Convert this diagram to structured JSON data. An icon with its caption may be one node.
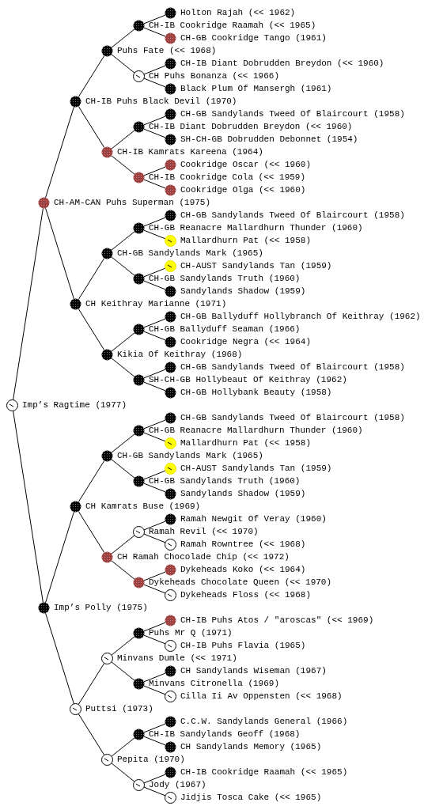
{
  "diagram": {
    "nodes": [
      {
        "text": [
          "Holton Rajah (<< 1962)"
        ]
      },
      {
        "text": [
          "CH-IB Cookridge Raamah (<< 1965)"
        ]
      },
      {
        "text": [
          "CH-GB Cookridge Tango (1961)"
        ]
      },
      {
        "text": [
          "Puhs Fate (<< 1968)"
        ]
      },
      {
        "text": [
          "CH-IB Diant Dobrudden Breydon (<< 1960)"
        ]
      },
      {
        "text": [
          "CH Puhs Bonanza (<< 1966)"
        ]
      },
      {
        "text": [
          "Black Plum Of Mansergh (1961)"
        ]
      },
      {
        "text": [
          "CH-IB Puhs Black Devil (1970)"
        ]
      },
      {
        "text": [
          "CH-GB Sandylands Tweed Of Blaircourt (1958)"
        ]
      },
      {
        "text": [
          "CH-IB Diant Dobrudden Breydon (<< 1960)"
        ]
      },
      {
        "text": [
          "SH-CH-GB Dobrudden Debonnet (1954)"
        ]
      },
      {
        "text": [
          "CH-IB Kamrats Kareena (1964)"
        ]
      },
      {
        "text": [
          "Cookridge Oscar (<< 1960)"
        ]
      },
      {
        "text": [
          "CH-IB Cookridge Cola (<< 1959)"
        ]
      },
      {
        "text": [
          "Cookridge Olga (<< 1960)"
        ]
      },
      {
        "text": [
          "CH-AM-CAN Puhs Superman (1975)"
        ]
      },
      {
        "text": [
          "CH-GB Sandylands Tweed Of Blaircourt (1958)"
        ]
      },
      {
        "text": [
          "CH-GB Reanacre Mallardhurn Thunder (1960)"
        ]
      },
      {
        "text": [
          "Mallardhurn Pat (<< 1958)"
        ]
      },
      {
        "text": [
          "CH-GB Sandylands Mark (1965)"
        ]
      },
      {
        "text": [
          "CH-AUST Sandylands Tan (1959)"
        ]
      },
      {
        "text": [
          "CH-GB Sandylands Truth (1960)"
        ]
      },
      {
        "text": [
          "Sandylands Shadow (1959)"
        ]
      },
      {
        "text": [
          "CH Keithray Marianne (1971)"
        ]
      },
      {
        "text": [
          "CH-GB Ballyduff Hollybranch Of Keithray (1962)"
        ]
      },
      {
        "text": [
          "CH-GB Ballyduff Seaman (1966)"
        ]
      },
      {
        "text": [
          "Cookridge Negra (<< 1964)"
        ]
      },
      {
        "text": [
          "Kikia Of Keithray (1968)"
        ]
      },
      {
        "text": [
          "CH-GB Sandylands Tweed Of Blaircourt (1958)"
        ]
      },
      {
        "text": [
          "SH-CH-GB Hollybeaut Of Keithray (1962)"
        ]
      },
      {
        "text": [
          "CH-GB Hollybank Beauty (1958)"
        ]
      },
      {
        "text": [
          "Imp’s Ragtime (1977)"
        ]
      },
      {
        "text": [
          "CH-GB Sandylands Tweed Of Blaircourt (1958)"
        ]
      },
      {
        "text": [
          "CH-GB Reanacre Mallardhurn Thunder (1960)"
        ]
      },
      {
        "text": [
          "Mallardhurn Pat (<< 1958)"
        ]
      },
      {
        "text": [
          "CH-GB Sandylands Mark (1965)"
        ]
      },
      {
        "text": [
          "CH-AUST Sandylands Tan (1959)"
        ]
      },
      {
        "text": [
          "CH-GB Sandylands Truth (1960)"
        ]
      },
      {
        "text": [
          "Sandylands Shadow (1959)"
        ]
      },
      {
        "text": [
          "CH Kamrats Buse (1969)"
        ]
      },
      {
        "text": [
          "Ramah Newgit Of Veray (1960)"
        ]
      },
      {
        "text": [
          "Ramah Revil (<< 1970)"
        ]
      },
      {
        "text": [
          "Ramah Rowntree (<< 1968)"
        ]
      },
      {
        "text": [
          "CH Ramah Chocolade Chip (<< 1972)"
        ]
      },
      {
        "text": [
          "Dykeheads Koko (<< 1964)"
        ]
      },
      {
        "text": [
          "Dykeheads Chocolate Queen (<< 1970)"
        ]
      },
      {
        "text": [
          "Dykeheads Floss (<< 1968)"
        ]
      },
      {
        "text": [
          "Imp’s Polly (1975)"
        ]
      },
      {
        "text": [
          "CH-IB Puhs Atos / \"aroscas\" (<< 1969)"
        ]
      },
      {
        "text": [
          "Puhs Mr Q (1971)"
        ]
      },
      {
        "text": [
          "CH-IB Puhs Flavia (1965)"
        ]
      },
      {
        "text": [
          "Minvans Dumle (<< 1971)"
        ]
      },
      {
        "text": [
          "CH Sandylands Wiseman (1967)"
        ]
      },
      {
        "text": [
          "Minvans Citronella (1969)"
        ]
      },
      {
        "text": [
          "Cilla Ii Av Oppensten (<< 1968)"
        ]
      },
      {
        "text": [
          "Puttsi (1973)"
        ]
      },
      {
        "text": [
          "C.C.W. Sandylands General (1966)"
        ]
      },
      {
        "text": [
          "CH-IB Sandylands Geoff (1968)"
        ]
      },
      {
        "text": [
          "CH Sandylands Memory (1965)"
        ]
      },
      {
        "text": [
          "Pepita (1970)"
        ]
      },
      {
        "text": [
          "CH-IB Cookridge Raamah (<< 1965)"
        ]
      },
      {
        "text": [
          "Jody (1967)"
        ]
      },
      {
        "text": [
          "Jidjis Tosca Cake (<< 1965)"
        ]
      }
    ],
    "edges": [
      {
        "from": 31,
        "to": 15,
        "arrow": "none"
      },
      {
        "from": 31,
        "to": 47,
        "arrow": "none"
      },
      {
        "from": 15,
        "to": 7,
        "arrow": "none"
      },
      {
        "from": 15,
        "to": 23,
        "arrow": "none"
      },
      {
        "from": 47,
        "to": 39,
        "arrow": "none"
      },
      {
        "from": 47,
        "to": 55,
        "arrow": "none"
      },
      {
        "from": 7,
        "to": 3,
        "arrow": "none"
      },
      {
        "from": 7,
        "to": 11,
        "arrow": "none"
      },
      {
        "from": 23,
        "to": 19,
        "arrow": "none"
      },
      {
        "from": 23,
        "to": 27,
        "arrow": "none"
      },
      {
        "from": 39,
        "to": 35,
        "arrow": "none"
      },
      {
        "from": 39,
        "to": 43,
        "arrow": "none"
      },
      {
        "from": 55,
        "to": 51,
        "arrow": "none"
      },
      {
        "from": 55,
        "to": 59,
        "arrow": "none"
      },
      {
        "from": 3,
        "to": 1,
        "arrow": "none"
      },
      {
        "from": 3,
        "to": 5,
        "arrow": "none"
      },
      {
        "from": 11,
        "to": 9,
        "arrow": "none"
      },
      {
        "from": 11,
        "to": 13,
        "arrow": "none"
      },
      {
        "from": 19,
        "to": 17,
        "arrow": "none"
      },
      {
        "from": 19,
        "to": 21,
        "arrow": "none"
      },
      {
        "from": 27,
        "to": 25,
        "arrow": "none"
      },
      {
        "from": 27,
        "to": 29,
        "arrow": "none"
      },
      {
        "from": 35,
        "to": 33,
        "arrow": "none"
      },
      {
        "from": 35,
        "to": 37,
        "arrow": "none"
      },
      {
        "from": 43,
        "to": 41,
        "arrow": "none"
      },
      {
        "from": 43,
        "to": 45,
        "arrow": "none"
      },
      {
        "from": 51,
        "to": 49,
        "arrow": "none"
      },
      {
        "from": 51,
        "to": 53,
        "arrow": "none"
      },
      {
        "from": 59,
        "to": 57,
        "arrow": "none"
      },
      {
        "from": 59,
        "to": 61,
        "arrow": "none"
      },
      {
        "from": 1,
        "to": 0,
        "arrow": "none"
      },
      {
        "from": 1,
        "to": 2,
        "arrow": "none"
      },
      {
        "from": 5,
        "to": 4,
        "arrow": "none"
      },
      {
        "from": 5,
        "to": 6,
        "arrow": "none"
      },
      {
        "from": 9,
        "to": 8,
        "arrow": "none"
      },
      {
        "from": 9,
        "to": 10,
        "arrow": "none"
      },
      {
        "from": 13,
        "to": 12,
        "arrow": "none"
      },
      {
        "from": 13,
        "to": 14,
        "arrow": "none"
      },
      {
        "from": 17,
        "to": 16,
        "arrow": "none"
      },
      {
        "from": 17,
        "to": 18,
        "arrow": "none"
      },
      {
        "from": 21,
        "to": 20,
        "arrow": "none"
      },
      {
        "from": 21,
        "to": 22,
        "arrow": "none"
      },
      {
        "from": 25,
        "to": 24,
        "arrow": "none"
      },
      {
        "from": 25,
        "to": 26,
        "arrow": "none"
      },
      {
        "from": 29,
        "to": 28,
        "arrow": "none"
      },
      {
        "from": 29,
        "to": 30,
        "arrow": "none"
      },
      {
        "from": 33,
        "to": 32,
        "arrow": "none"
      },
      {
        "from": 33,
        "to": 34,
        "arrow": "none"
      },
      {
        "from": 37,
        "to": 36,
        "arrow": "none"
      },
      {
        "from": 37,
        "to": 38,
        "arrow": "none"
      },
      {
        "from": 41,
        "to": 40,
        "arrow": "none"
      },
      {
        "from": 41,
        "to": 42,
        "arrow": "none"
      },
      {
        "from": 45,
        "to": 44,
        "arrow": "none"
      },
      {
        "from": 45,
        "to": 46,
        "arrow": "none"
      },
      {
        "from": 49,
        "to": 48,
        "arrow": "none"
      },
      {
        "from": 49,
        "to": 50,
        "arrow": "none"
      },
      {
        "from": 53,
        "to": 52,
        "arrow": "none"
      },
      {
        "from": 53,
        "to": 54,
        "arrow": "none"
      },
      {
        "from": 57,
        "to": 56,
        "arrow": "none"
      },
      {
        "from": 57,
        "to": 58,
        "arrow": "none"
      },
      {
        "from": 61,
        "to": 60,
        "arrow": "none"
      },
      {
        "from": 61,
        "to": 62,
        "arrow": "none"
      }
    ]
  }
}
